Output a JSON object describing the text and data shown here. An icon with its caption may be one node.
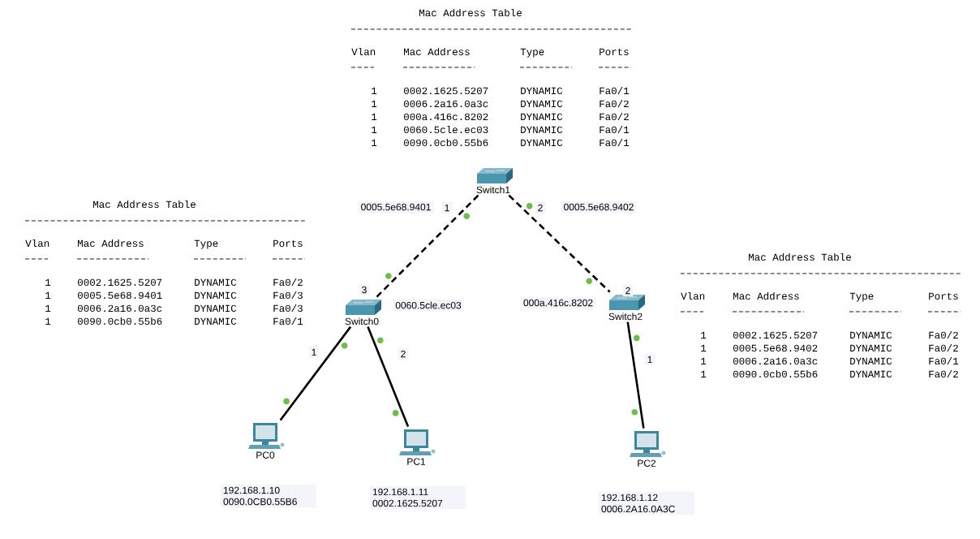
{
  "diagram": {
    "nodes": [
      {
        "text": [
          "Switch1"
        ]
      },
      {
        "text": [
          "Switch0"
        ]
      },
      {
        "text": [
          "Switch2"
        ]
      },
      {
        "text": [
          "PC0"
        ],
        "beside": [
          "192.168.1.10 0090.0CB0.55B6"
        ]
      },
      {
        "text": [
          "PC1"
        ],
        "beside": [
          "192.168.1.11 0002.1625.5207"
        ]
      },
      {
        "text": [
          "PC2"
        ],
        "beside": [
          "192.168.1.12 0006.2A16.0A3C"
        ]
      }
    ],
    "edges": [
      {
        "from": 0,
        "to": 1,
        "arrow": "none",
        "style": "dashed"
      },
      {
        "from": 0,
        "to": 2,
        "arrow": "none",
        "style": "dashed"
      },
      {
        "from": 1,
        "to": 3,
        "arrow": "none"
      },
      {
        "from": 1,
        "to": 4,
        "arrow": "none"
      },
      {
        "from": 2,
        "to": 5,
        "arrow": "none"
      }
    ],
    "labels": [
      "Mac Address Table",
      "Vlan",
      "Mac Address",
      "Type",
      "Ports",
      "1",
      "0002.1625.5207",
      "DYNAMIC",
      "Fa0/1",
      "1",
      "0006.2a16.0a3c",
      "DYNAMIC",
      "Fa0/2",
      "1",
      "000a.416c.8202",
      "DYNAMIC",
      "Fa0/2",
      "1",
      "0060.5cle.ec03",
      "DYNAMIC",
      "Fa0/1",
      "1",
      "0090.0cb0.55b6",
      "DYNAMIC",
      "Fa0/1",
      "Mac Address Table",
      "0005.5e68.9401",
      "1",
      "2",
      "0005.5e68.9402",
      "Vlan",
      "Mac Address",
      "Type",
      "Ports",
      "Mac Address Table",
      "1",
      "0002.1625.5207",
      "DYNAMIC",
      "Fa0/2",
      "1",
      "0005.5e68.9401",
      "DYNAMIC",
      "Fa0/3",
      "3",
      "2",
      "Vlan",
      "Mac Address",
      "Type",
      "Ports",
      "1",
      "0006.2a16.0a3c",
      "DYNAMIC",
      "Fa0/3",
      "0060.5cle.ec03",
      "000a.416c.8202",
      "1",
      "0090.0cb0.55b6",
      "DYNAMIC",
      "Fa0/1",
      "1",
      "0002.1625.5207",
      "DYNAMIC",
      "Fa0/2",
      "1",
      "2",
      "1",
      "0005.5e68.9402",
      "DYNAMIC",
      "Fa0/2",
      "1",
      "1",
      "0006.2a16.0a3c",
      "DYNAMIC",
      "Fa0/1",
      "1",
      "0090.0cb0.55b6",
      "DYNAMIC",
      "Fa0/2"
    ]
  }
}
